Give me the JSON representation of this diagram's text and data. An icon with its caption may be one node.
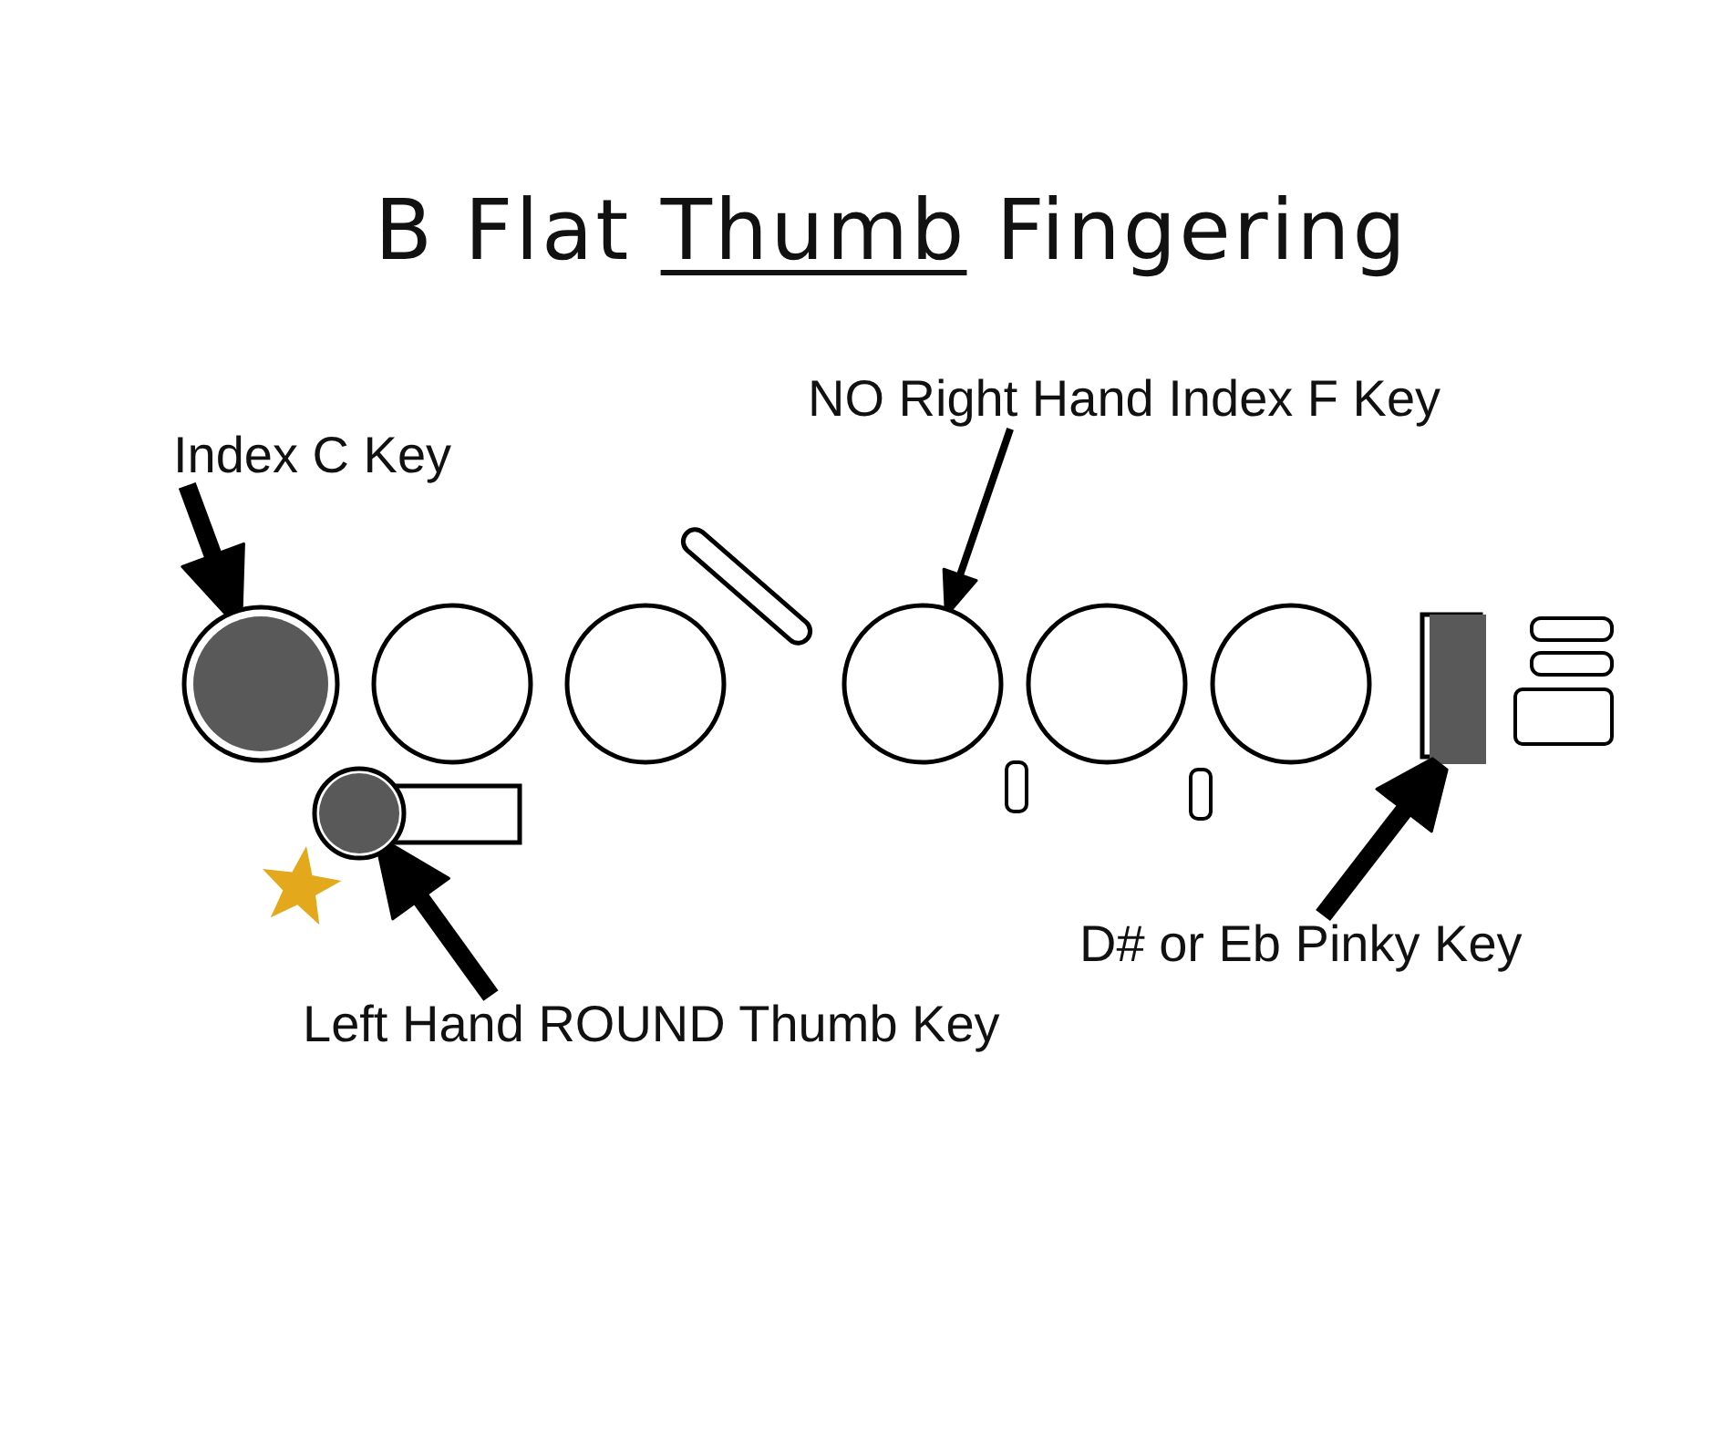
{
  "diagram": {
    "title": "B Flat Thumb Fingering",
    "nodes": [
      {
        "text": [
          "Index C Key"
        ]
      },
      {
        "text": [],
        "shape": "circle"
      },
      {
        "text": [
          "NO Right Hand Index F Key"
        ]
      },
      {
        "text": [],
        "shape": "circle"
      },
      {
        "text": [
          "Left Hand ROUND Thumb Key"
        ]
      },
      {
        "text": [],
        "shape": "circle"
      },
      {
        "text": [
          "D# or Eb Pinky Key"
        ]
      },
      {
        "text": [],
        "shape": "box"
      }
    ],
    "edges": [
      {
        "from": 0,
        "to": 1,
        "arrow": "to"
      },
      {
        "from": 2,
        "to": 3,
        "arrow": "to"
      },
      {
        "from": 4,
        "to": 5,
        "arrow": "to"
      },
      {
        "from": 6,
        "to": 7,
        "arrow": "to"
      }
    ]
  }
}
